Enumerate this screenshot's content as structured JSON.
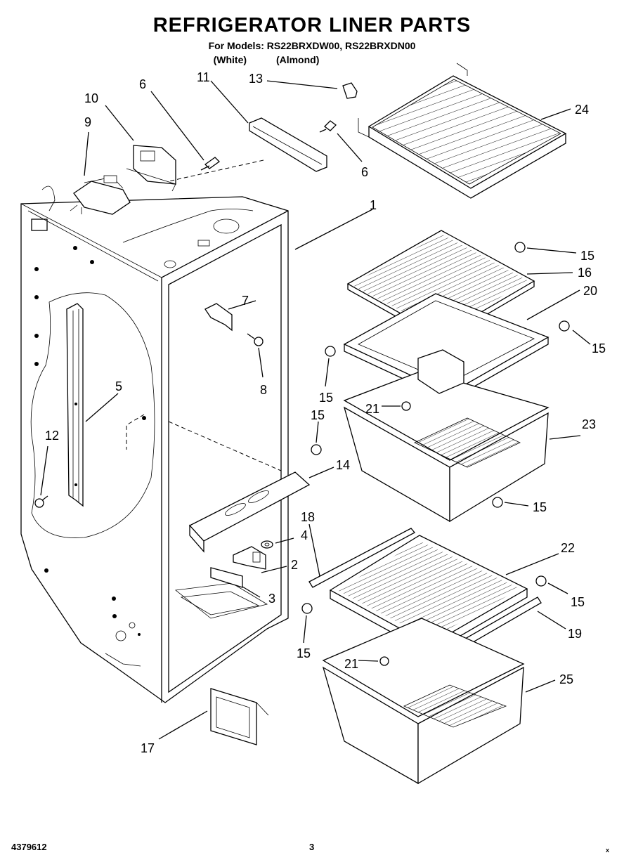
{
  "header": {
    "title": "REFRIGERATOR LINER PARTS",
    "models": "For Models: RS22BRXDW00, RS22BRXDN00",
    "color_white": "(White)",
    "color_almond": "(Almond)"
  },
  "callouts": [
    "1",
    "2",
    "3",
    "4",
    "5",
    "6",
    "6",
    "7",
    "8",
    "9",
    "10",
    "11",
    "12",
    "13",
    "14",
    "15",
    "15",
    "15",
    "15",
    "15",
    "15",
    "15",
    "16",
    "17",
    "18",
    "19",
    "20",
    "21",
    "21",
    "22",
    "23",
    "24",
    "25"
  ],
  "footer": {
    "doc_number": "4379612",
    "page_number": "3",
    "mark": "x"
  }
}
